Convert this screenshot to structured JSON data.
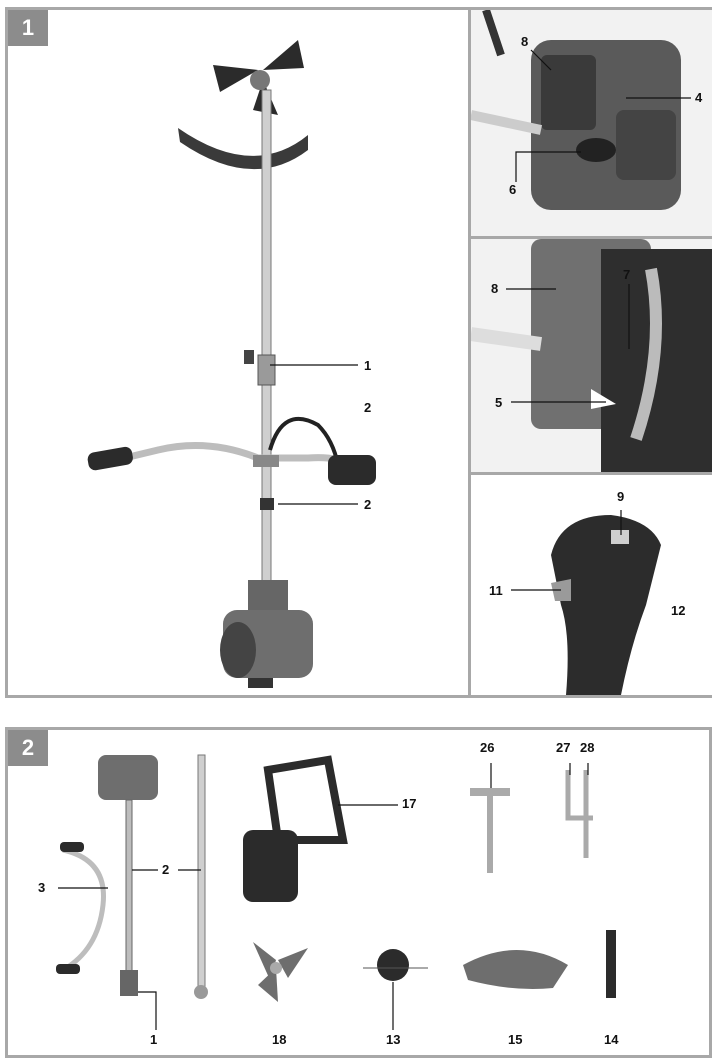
{
  "figure1": {
    "tag": "1",
    "main_labels": {
      "l1": "1",
      "l2a": "2",
      "l2b": "2"
    },
    "engine_labels": {
      "l8": "8",
      "l4": "4",
      "l6": "6"
    },
    "carb_labels": {
      "l8": "8",
      "l7": "7",
      "l5": "5"
    },
    "handle_labels": {
      "l9": "9",
      "l11": "11",
      "l12": "12"
    }
  },
  "figure2": {
    "tag": "2",
    "labels": {
      "l3": "3",
      "l2": "2",
      "l1": "1",
      "l17": "17",
      "l26": "26",
      "l27": "27",
      "l28": "28",
      "l18": "18",
      "l13": "13",
      "l15": "15",
      "l14": "14"
    }
  },
  "colors": {
    "frame": "#a8a8a8",
    "tag_bg": "#8c8c8c",
    "dark": "#2b2b2b",
    "metal": "#bdbdbd"
  }
}
